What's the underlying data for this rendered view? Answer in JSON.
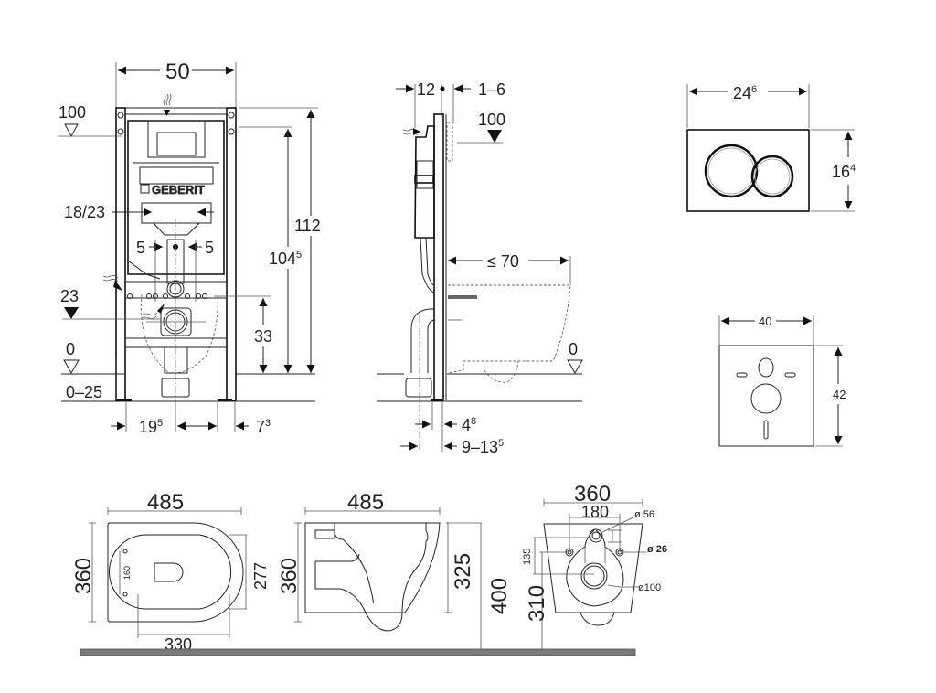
{
  "front_view": {
    "width_top": "50",
    "level_100": "100",
    "level_23": "23",
    "level_0": "0",
    "adjust_range": "0–25",
    "bracket_spacing": "18/23",
    "offset_left": "5",
    "offset_right": "5",
    "height_total": "112",
    "height_actuator_main": "104",
    "height_actuator_sup": "5",
    "height_drain": "33",
    "bottom_left_main": "19",
    "bottom_left_sup": "5",
    "bottom_right_main": "7",
    "bottom_right_sup": "3",
    "brand_logo": "GEBERIT"
  },
  "side_view": {
    "depth_frame": "12",
    "wall_range": "1–6",
    "level_100": "100",
    "bowl_projection": "≤ 70",
    "level_0": "0",
    "offset_small_main": "4",
    "offset_small_sup": "8",
    "offset_range_main": "9–13",
    "offset_range_sup": "5"
  },
  "flush_plate": {
    "width_main": "24",
    "width_sup": "6",
    "height_main": "16",
    "height_sup": "4"
  },
  "sound_mat": {
    "width": "40",
    "height": "42"
  },
  "bowl_top_view": {
    "length": "485",
    "width": "360",
    "seat_holes": "160",
    "seat_width": "277",
    "seat_length": "330"
  },
  "bowl_side_view": {
    "length": "485",
    "height": "360",
    "rim_height": "325",
    "floor_height": "400"
  },
  "bowl_back_view": {
    "width": "360",
    "bolt_spacing": "180",
    "inlet_dia": "ø 56",
    "bolt_dia": "ø 26",
    "outlet_dia": "ø100",
    "inlet_offset": "135",
    "outlet_height": "310"
  },
  "colors": {
    "line": "#222222",
    "floor_bar": "#7a7a7a"
  }
}
